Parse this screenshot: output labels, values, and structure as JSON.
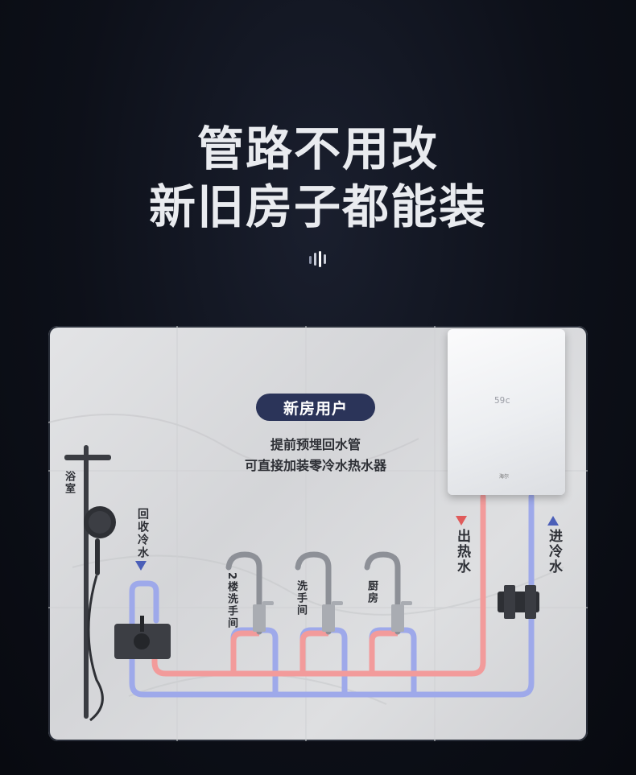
{
  "headline": {
    "line1": "管路不用改",
    "line2": "新旧房子都能装"
  },
  "icons": {
    "divider": "sound-wave-icon"
  },
  "panel": {
    "badge": "新房用户",
    "description_line1": "提前预埋回水管",
    "description_line2": "可直接加装零冷水热水器",
    "bathroom": "浴室",
    "recycle_cold": "回收冷水",
    "hot_out": "出热水",
    "cold_in": "进冷水",
    "faucet_1": "2楼洗手间",
    "faucet_2": "洗手间",
    "faucet_3": "厨房",
    "heater_display": "59c",
    "heater_brand": "海尔"
  },
  "colors": {
    "hot_pipe": "#f29b9b",
    "cold_pipe": "#9ea9ea",
    "badge": "#2b3459",
    "hot_arrow": "#e05b5b",
    "cold_arrow": "#4b5fb8"
  }
}
